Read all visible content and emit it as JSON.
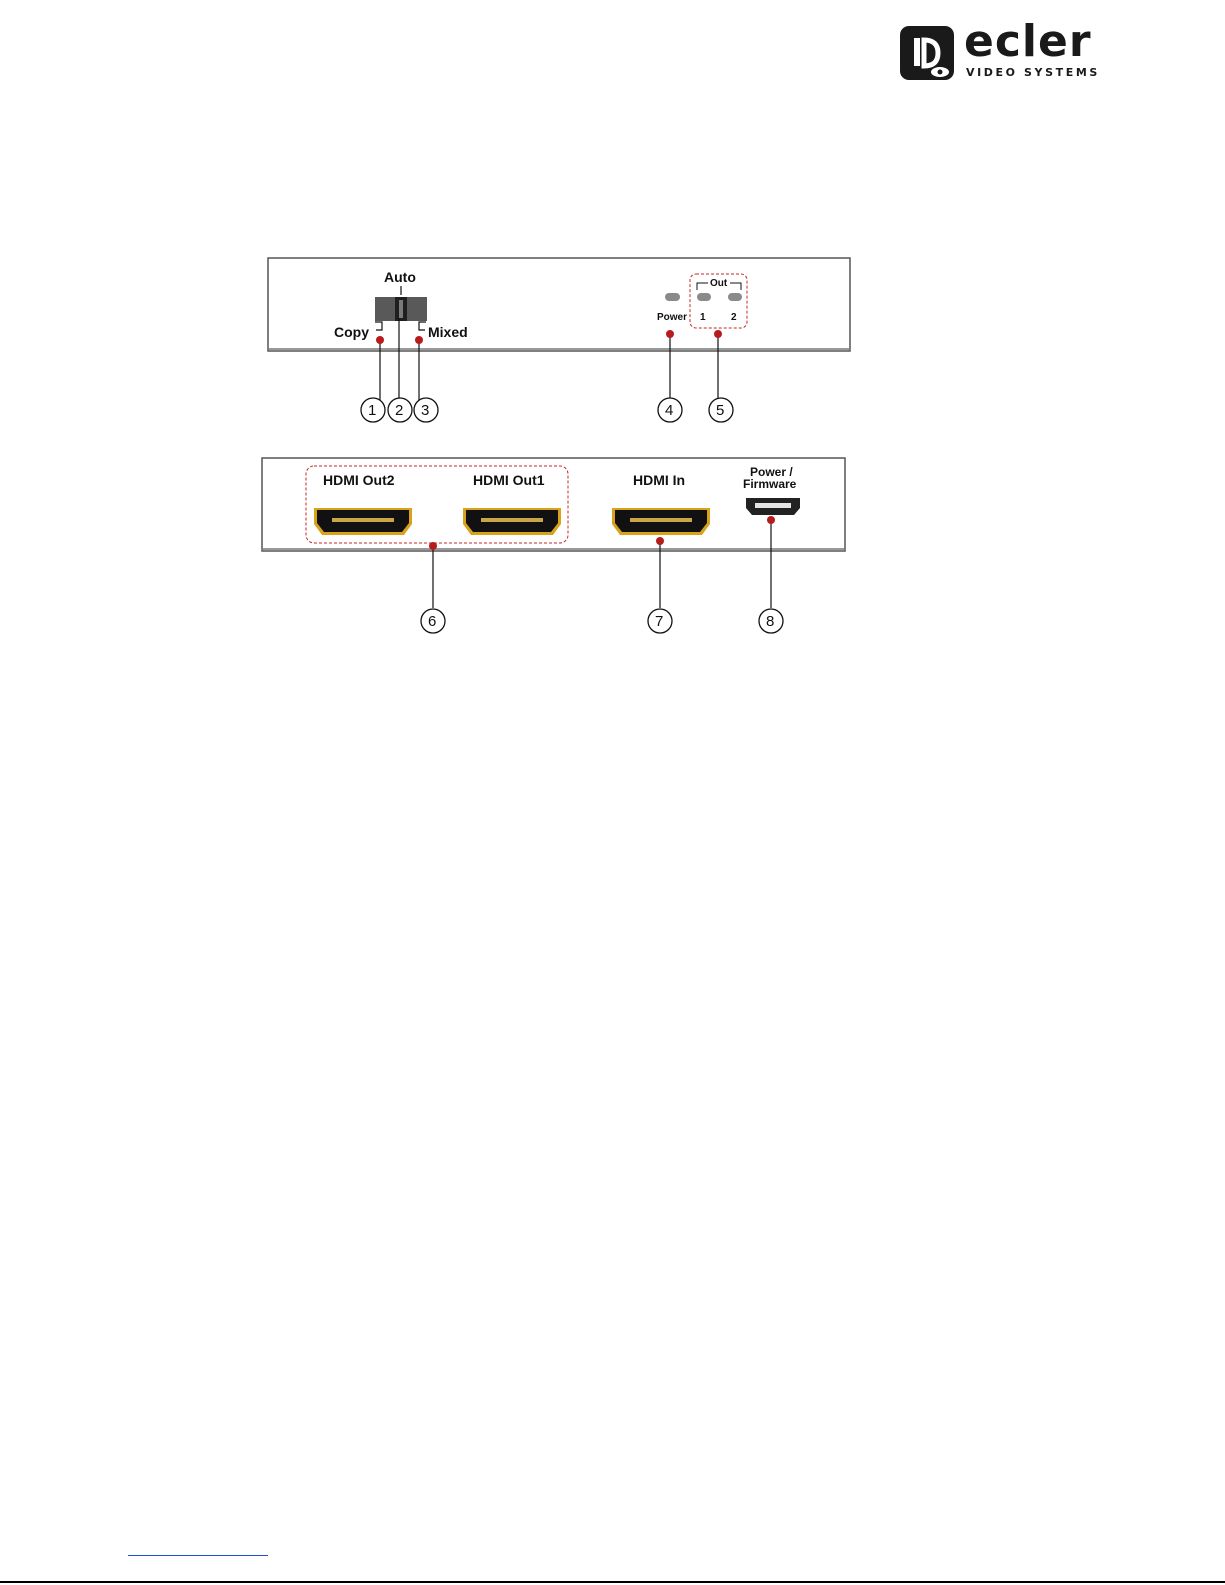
{
  "logo": {
    "wordmark": "ecler",
    "subtitle": "VIDEO SYSTEMS"
  },
  "front_panel": {
    "switch_label_top": "Auto",
    "switch_label_left": "Copy",
    "switch_label_right": "Mixed",
    "led_power_label": "Power",
    "out_group_label": "Out",
    "out_led_1_label": "1",
    "out_led_2_label": "2"
  },
  "rear_panel": {
    "hdmi_out2_label": "HDMI Out2",
    "hdmi_out1_label": "HDMI Out1",
    "hdmi_in_label": "HDMI In",
    "power_label_line1": "Power /",
    "power_label_line2": "Firmware"
  },
  "callouts": [
    "1",
    "2",
    "3",
    "4",
    "5",
    "6",
    "7",
    "8"
  ],
  "colors": {
    "callout_red": "#b71c1c",
    "panel_border": "#555555",
    "connector_gold": "#d9a21b",
    "connector_black": "#111111"
  }
}
